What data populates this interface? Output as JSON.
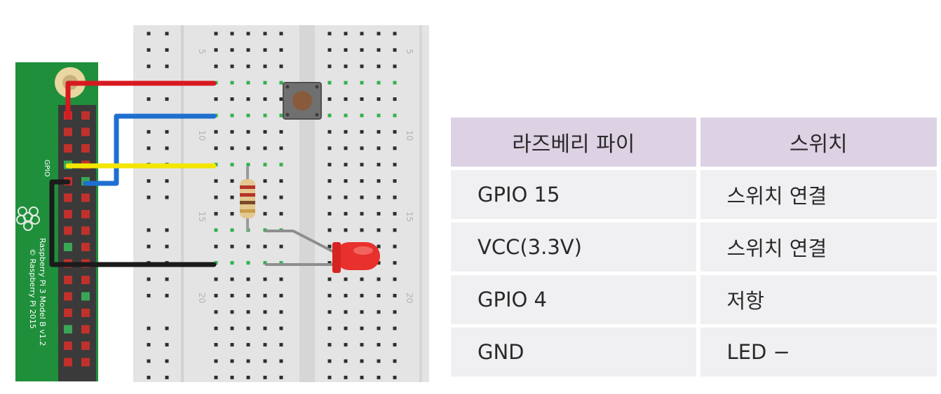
{
  "board": {
    "label_line1": "Raspberry Pi 3 Model B v1.2",
    "label_line2": "© Raspberry Pi 2015",
    "gpio_header_label": "GPIO",
    "row_numbers": [
      "5",
      "10",
      "15",
      "20"
    ]
  },
  "colors": {
    "pi_board": "#1f8f3b",
    "breadboard": "#e4e4e4",
    "wire_red": "#d71920",
    "wire_blue": "#1f6fd0",
    "wire_yellow": "#f3e600",
    "wire_black": "#1b1b1b",
    "led": "#e8302c",
    "table_header_bg": "#ddd1e4",
    "table_cell_bg": "#f0f0f2"
  },
  "table": {
    "headers": [
      "라즈베리 파이",
      "스위치"
    ],
    "rows": [
      [
        "GPIO 15",
        "스위치 연결"
      ],
      [
        "VCC(3.3V)",
        "스위치 연결"
      ],
      [
        "GPIO 4",
        "저항"
      ],
      [
        "GND",
        "LED −"
      ]
    ]
  }
}
